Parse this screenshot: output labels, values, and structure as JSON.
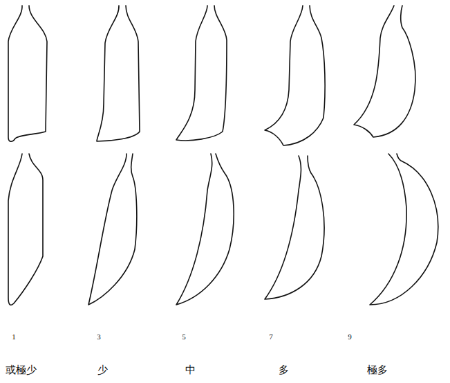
{
  "diagram": {
    "labels": [
      "1",
      "3",
      "5",
      "7",
      "9",
      "或極少",
      "少",
      "中",
      "多",
      "極多"
    ]
  }
}
